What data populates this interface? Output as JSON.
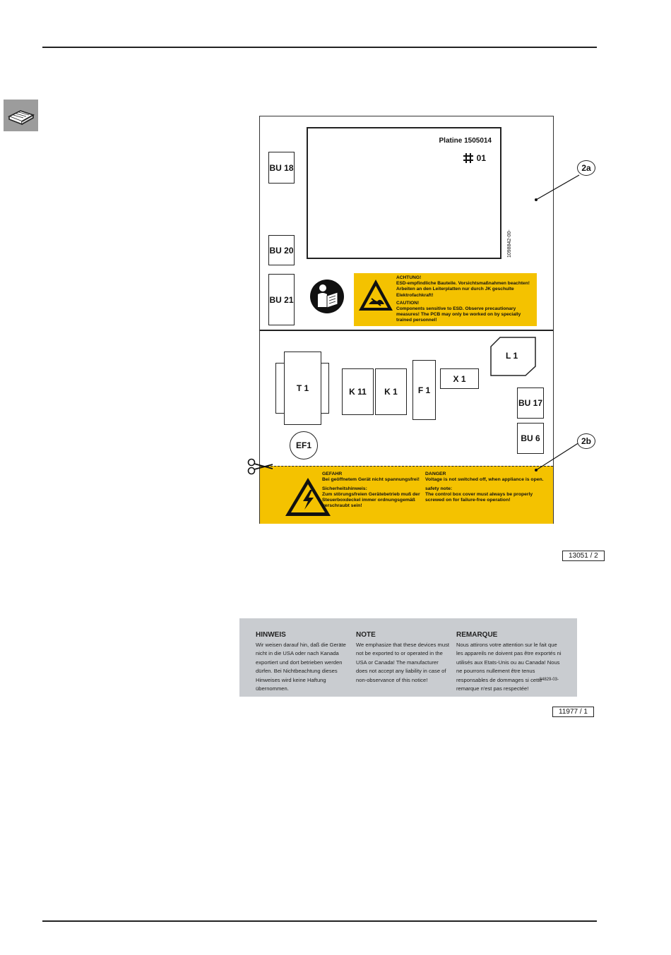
{
  "figure1": {
    "pcb_label": "Platine 1505014",
    "pcb_number": "01",
    "vertical_code": "1098842-00-",
    "sockets": {
      "bu18": "BU 18",
      "bu20": "BU 20",
      "bu21": "BU 21",
      "bu17": "BU 17",
      "bu6": "BU 6"
    },
    "components": {
      "t1": "T 1",
      "k11": "K 11",
      "k1": "K 1",
      "f1": "F 1",
      "x1": "X 1",
      "l1": "L 1",
      "ef1": "EF1"
    },
    "callouts": {
      "a": "2a",
      "b": "2b"
    },
    "esd_warning": {
      "de_title": "ACHTUNG!",
      "de_text": "ESD-empfindliche Bauteile. Vorsichtsmaßnahmen beachten! Arbeiten an den Leiterplatten nur durch JK geschulte Elektrofachkraft!",
      "en_title": "CAUTION!",
      "en_text": "Components sensitive to ESD. Observe precautionary measures! The PCB may only be worked on by specially trained personnel!"
    },
    "danger_band": {
      "de_title": "GEFAHR",
      "de_text": "Bei geöffnetem Gerät nicht spannungsfrei!",
      "de_note_title": "Sicherheitshinweis:",
      "de_note_text": "Zum störungsfreien Gerätebetrieb muß der Steuerboxdeckel immer ordnungsgemäß verschraubt sein!",
      "en_title": "DANGER",
      "en_text": "Voltage is not switched off, when appliance is open.",
      "en_note_title": "safety note:",
      "en_note_text": "The control box cover must always be properly screwed on for failure-free operation!"
    },
    "ref": "13051 / 2"
  },
  "figure2": {
    "hinweis_title": "HINWEIS",
    "hinweis_text": "Wir weisen darauf hin, daß die Geräte nicht in die USA oder nach Kanada exportiert und dort betrieben werden dürfen. Bei Nichtbeachtung dieses Hinweises wird keine Haftung übernommen.",
    "note_title": "NOTE",
    "note_text": "We emphasize that these devices must not be exported to or operated in the USA or Canada! The manufacturer does not accept any liability in case of non-observance of this notice!",
    "remarque_title": "REMARQUE",
    "remarque_text": "Nous attirons votre attention sur le fait que les appareils ne doivent pas être exportés ni utilisés aux Etats-Unis ou au Canada! Nous ne pourrons nullement être tenus responsables de dommages si cette remarque n'est pas respectée!",
    "code": "84829-03-",
    "ref": "11977 / 1"
  },
  "colors": {
    "warning_yellow": "#f4c200",
    "note_grey": "#c9ccd0",
    "icon_grey": "#9c9c9c"
  }
}
